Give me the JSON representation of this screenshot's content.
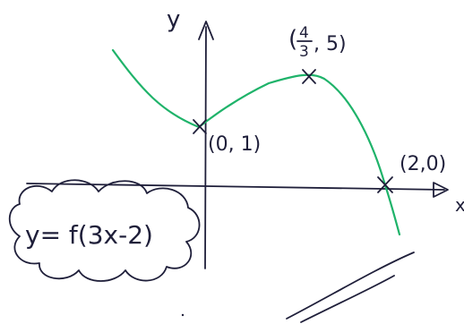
{
  "axes": {
    "y_label": "y",
    "x_label": "x"
  },
  "points": [
    {
      "id": "y-intercept",
      "label": "(0, 1)"
    },
    {
      "id": "maximum",
      "label_num": "4",
      "label_den": "3",
      "label_rest": ", 5)"
    },
    {
      "id": "x-intercept",
      "label": "(2,0)"
    }
  ],
  "equation": "y= f(3x-2)",
  "colors": {
    "curve": "#1fb36a",
    "ink": "#1f1f3a"
  }
}
